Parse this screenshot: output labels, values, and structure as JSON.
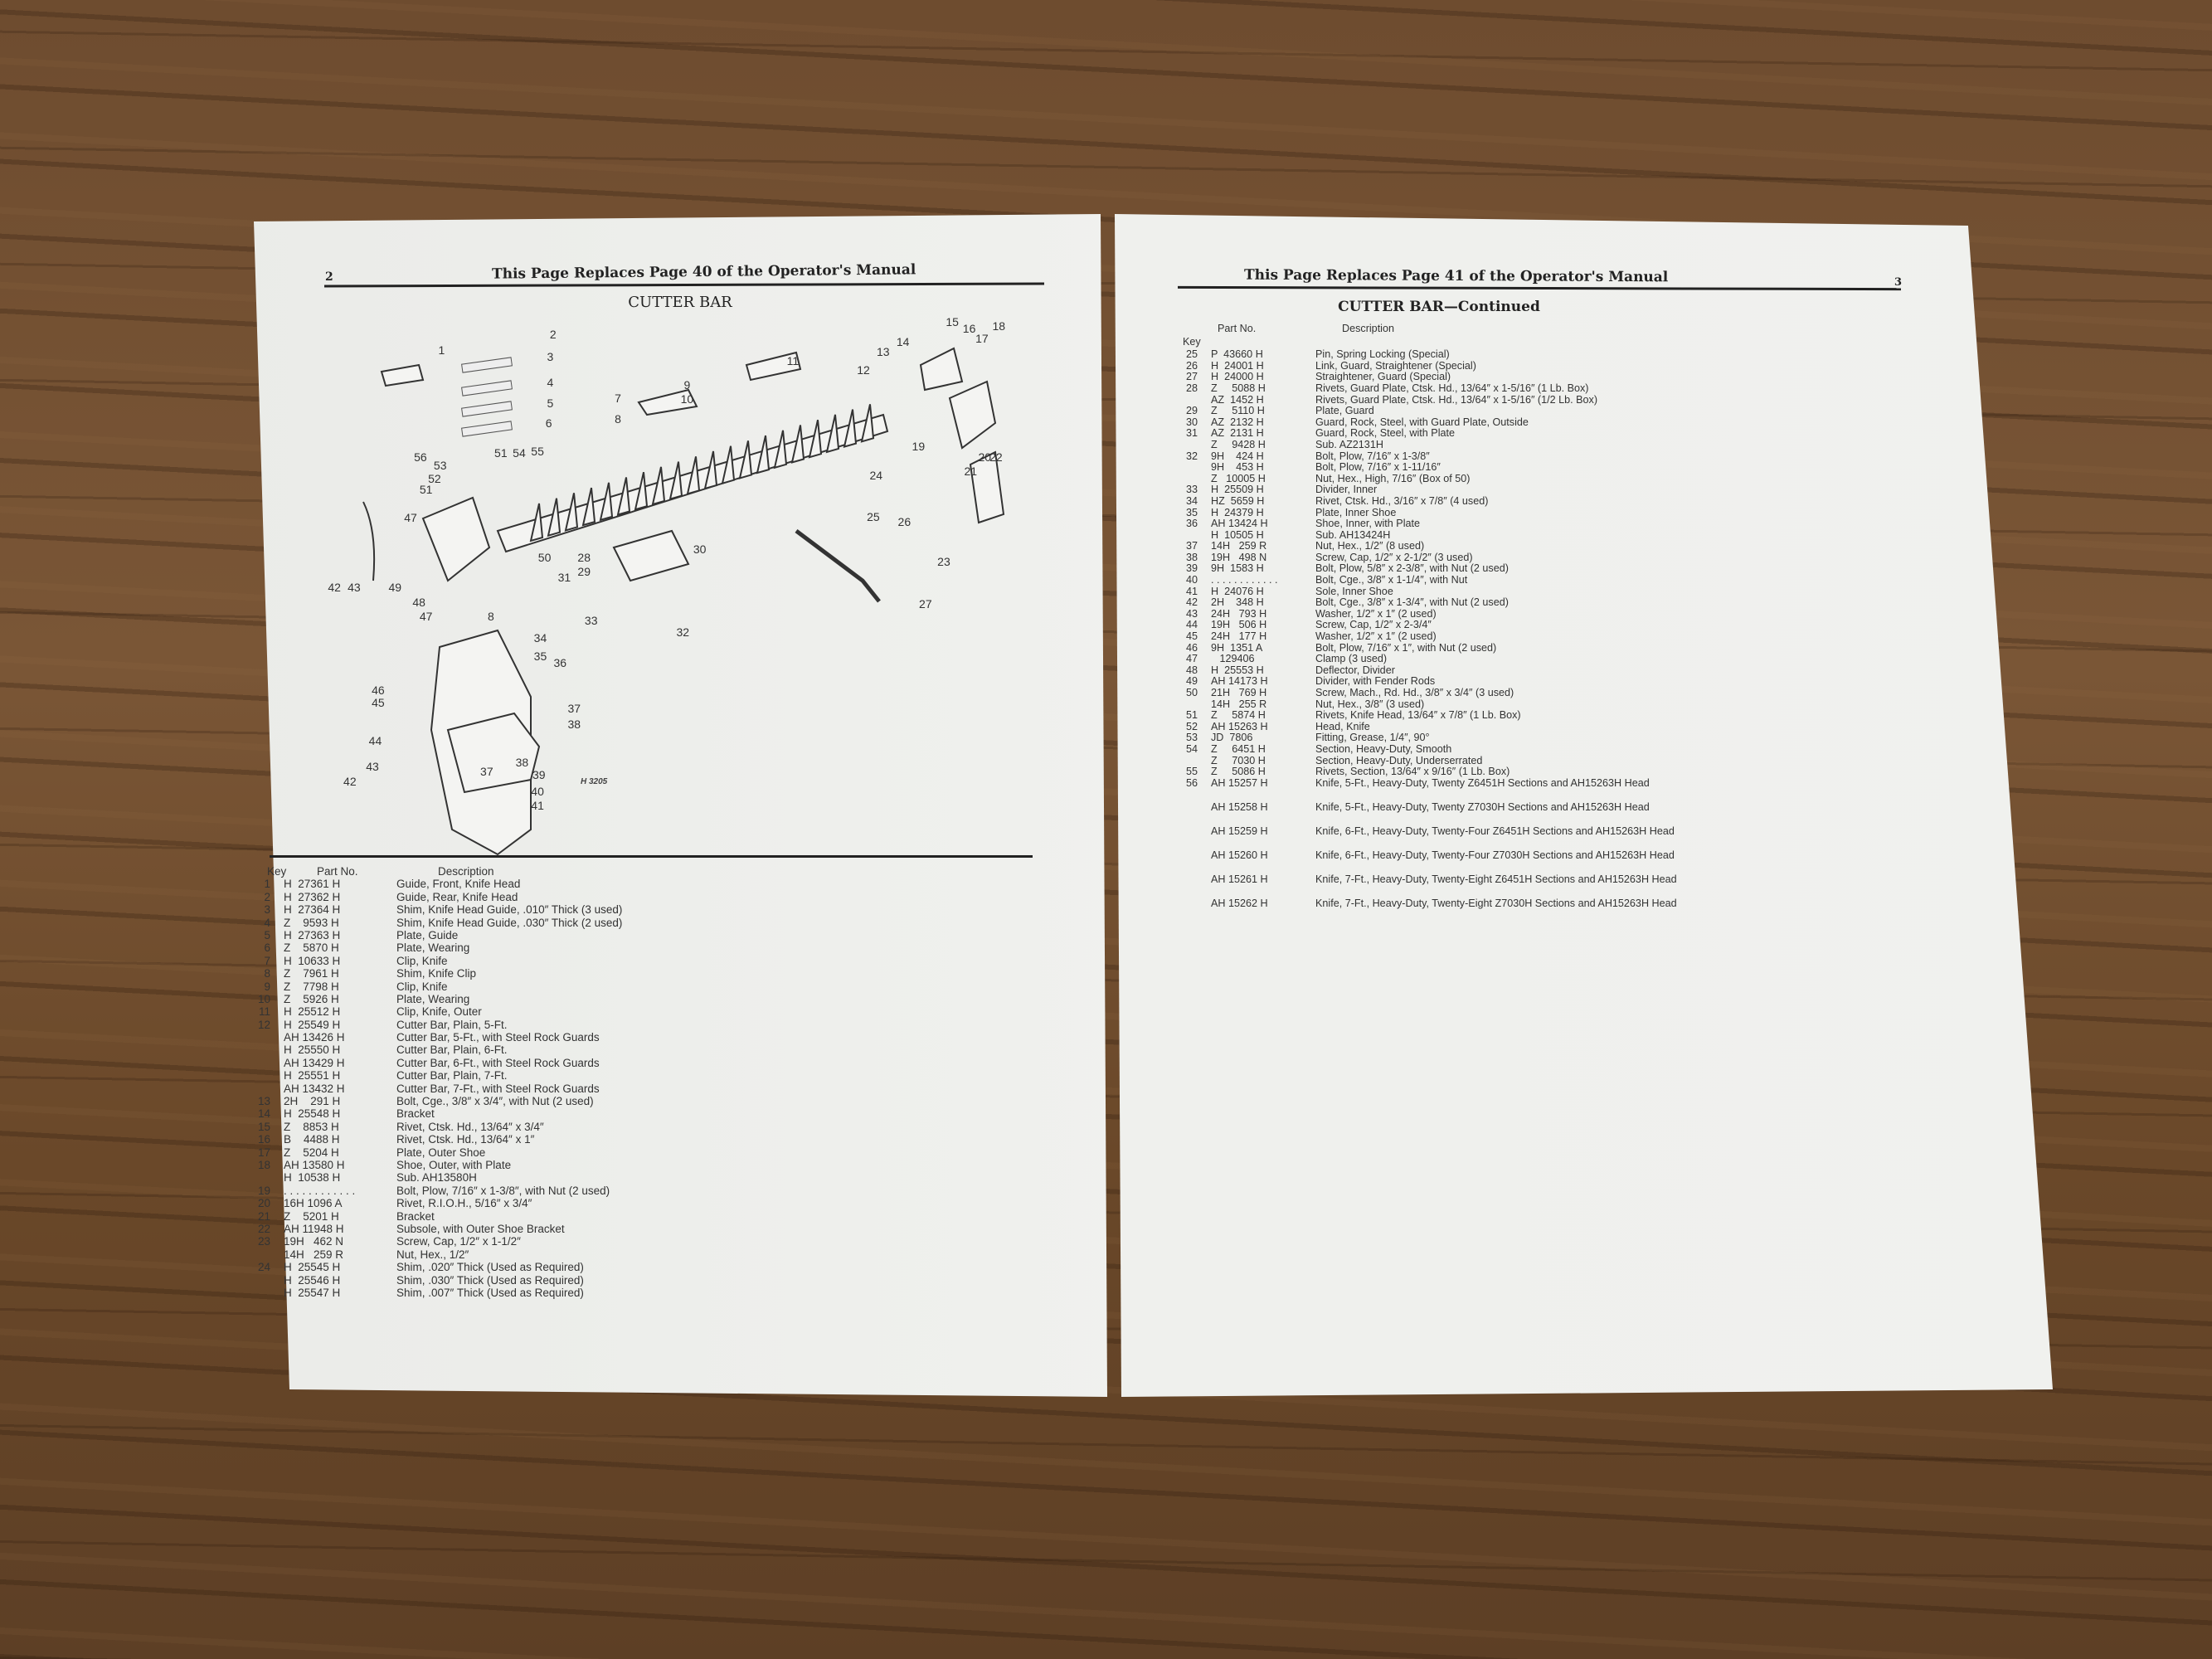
{
  "left_page": {
    "page_number": "2",
    "running_header": "This Page Replaces Page 40 of the Operator's Manual",
    "section_title": "CUTTER BAR",
    "figure_label": "H 3205",
    "columns": {
      "key": "Key",
      "part": "Part No.",
      "desc": "Description"
    },
    "rows": [
      {
        "key": "1",
        "part": "H  27361 H",
        "desc": "Guide, Front, Knife Head"
      },
      {
        "key": "2",
        "part": "H  27362 H",
        "desc": "Guide, Rear, Knife Head"
      },
      {
        "key": "3",
        "part": "H  27364 H",
        "desc": "Shim, Knife Head Guide, .010″ Thick (3 used)"
      },
      {
        "key": "4",
        "part": "Z    9593 H",
        "desc": "Shim, Knife Head Guide, .030″ Thick (2 used)"
      },
      {
        "key": "5",
        "part": "H  27363 H",
        "desc": "Plate, Guide"
      },
      {
        "key": "6",
        "part": "Z    5870 H",
        "desc": "Plate, Wearing"
      },
      {
        "key": "7",
        "part": "H  10633 H",
        "desc": "Clip, Knife"
      },
      {
        "key": "8",
        "part": "Z    7961 H",
        "desc": "Shim, Knife Clip"
      },
      {
        "key": "9",
        "part": "Z    7798 H",
        "desc": "Clip, Knife"
      },
      {
        "key": "10",
        "part": "Z    5926 H",
        "desc": "Plate, Wearing"
      },
      {
        "key": "11",
        "part": "H  25512 H",
        "desc": "Clip, Knife, Outer"
      },
      {
        "key": "12",
        "part": "H  25549 H",
        "desc": "Cutter Bar, Plain, 5-Ft."
      },
      {
        "key": "",
        "part": "AH 13426 H",
        "desc": "Cutter Bar, 5-Ft., with Steel Rock Guards"
      },
      {
        "key": "",
        "part": "H  25550 H",
        "desc": "Cutter Bar, Plain, 6-Ft."
      },
      {
        "key": "",
        "part": "AH 13429 H",
        "desc": "Cutter Bar, 6-Ft., with Steel Rock Guards"
      },
      {
        "key": "",
        "part": "H  25551 H",
        "desc": "Cutter Bar, Plain, 7-Ft."
      },
      {
        "key": "",
        "part": "AH 13432 H",
        "desc": "Cutter Bar, 7-Ft., with Steel Rock Guards"
      },
      {
        "key": "13",
        "part": "2H    291 H",
        "desc": "Bolt, Cge., 3/8″ x 3/4″, with Nut (2 used)"
      },
      {
        "key": "14",
        "part": "H  25548 H",
        "desc": "Bracket"
      },
      {
        "key": "15",
        "part": "Z    8853 H",
        "desc": "Rivet, Ctsk. Hd., 13/64″ x 3/4″"
      },
      {
        "key": "16",
        "part": "B    4488 H",
        "desc": "Rivet, Ctsk. Hd., 13/64″ x 1″"
      },
      {
        "key": "17",
        "part": "Z    5204 H",
        "desc": "Plate, Outer Shoe"
      },
      {
        "key": "18",
        "part": "AH 13580 H",
        "desc": "Shoe, Outer, with Plate"
      },
      {
        "key": "",
        "part": "H  10538 H",
        "desc": "Sub. AH13580H"
      },
      {
        "key": "19",
        "part": ". . . . . . . . . . . .",
        "desc": "Bolt, Plow, 7/16″ x 1-3/8″, with Nut (2 used)"
      },
      {
        "key": "20",
        "part": "16H 1096 A",
        "desc": "Rivet, R.I.O.H., 5/16″ x 3/4″"
      },
      {
        "key": "21",
        "part": "Z    5201 H",
        "desc": "Bracket"
      },
      {
        "key": "22",
        "part": "AH 11948 H",
        "desc": "Subsole, with Outer Shoe Bracket"
      },
      {
        "key": "23",
        "part": "19H   462 N",
        "desc": "Screw, Cap, 1/2″ x 1-1/2″"
      },
      {
        "key": "",
        "part": "14H   259 R",
        "desc": "Nut, Hex., 1/2″"
      },
      {
        "key": "24",
        "part": "H  25545 H",
        "desc": "Shim, .020″ Thick (Used as Required)"
      },
      {
        "key": "",
        "part": "H  25546 H",
        "desc": "Shim, .030″ Thick (Used as Required)"
      },
      {
        "key": "",
        "part": "H  25547 H",
        "desc": "Shim, .007″ Thick (Used as Required)"
      }
    ],
    "callouts": [
      "1",
      "2",
      "3",
      "4",
      "5",
      "6",
      "7",
      "8",
      "9",
      "10",
      "11",
      "12",
      "13",
      "14",
      "15",
      "16",
      "17",
      "18",
      "19",
      "20",
      "21",
      "22",
      "23",
      "24",
      "25",
      "26",
      "27",
      "28",
      "29",
      "30",
      "31",
      "32",
      "33",
      "34",
      "35",
      "36",
      "37",
      "37",
      "38",
      "38",
      "39",
      "40",
      "41",
      "42",
      "42",
      "43",
      "43",
      "44",
      "45",
      "46",
      "47",
      "47",
      "48",
      "49",
      "50",
      "51",
      "51",
      "52",
      "53",
      "54",
      "55",
      "56",
      "8"
    ]
  },
  "right_page": {
    "page_number": "3",
    "running_header": "This Page Replaces Page 41 of the Operator's Manual",
    "section_title": "CUTTER BAR—Continued",
    "columns": {
      "key": "Key",
      "part": "Part No.",
      "desc": "Description"
    },
    "rows": [
      {
        "key": "25",
        "part": "P  43660 H",
        "desc": "Pin, Spring Locking (Special)"
      },
      {
        "key": "26",
        "part": "H  24001 H",
        "desc": "Link, Guard, Straightener (Special)"
      },
      {
        "key": "27",
        "part": "H  24000 H",
        "desc": "Straightener, Guard (Special)"
      },
      {
        "key": "28",
        "part": "Z     5088 H",
        "desc": "Rivets, Guard Plate, Ctsk. Hd., 13/64″ x 1-5/16″ (1 Lb. Box)"
      },
      {
        "key": "",
        "part": "AZ  1452 H",
        "desc": "Rivets, Guard Plate, Ctsk. Hd., 13/64″ x 1-5/16″ (1/2 Lb. Box)"
      },
      {
        "key": "29",
        "part": "Z     5110 H",
        "desc": "Plate, Guard"
      },
      {
        "key": "30",
        "part": "AZ  2132 H",
        "desc": "Guard, Rock, Steel, with Guard Plate, Outside"
      },
      {
        "key": "31",
        "part": "AZ  2131 H",
        "desc": "Guard, Rock, Steel, with Plate"
      },
      {
        "key": "",
        "part": "Z     9428 H",
        "desc": "Sub. AZ2131H"
      },
      {
        "key": "32",
        "part": "9H    424 H",
        "desc": "Bolt, Plow, 7/16″ x 1-3/8″"
      },
      {
        "key": "",
        "part": "9H    453 H",
        "desc": "Bolt, Plow, 7/16″ x 1-11/16″"
      },
      {
        "key": "",
        "part": "Z   10005 H",
        "desc": "Nut, Hex., High, 7/16″ (Box of 50)"
      },
      {
        "key": "33",
        "part": "H  25509 H",
        "desc": "Divider, Inner"
      },
      {
        "key": "34",
        "part": "HZ  5659 H",
        "desc": "Rivet, Ctsk. Hd., 3/16″ x 7/8″ (4 used)"
      },
      {
        "key": "35",
        "part": "H  24379 H",
        "desc": "Plate, Inner Shoe"
      },
      {
        "key": "36",
        "part": "AH 13424 H",
        "desc": "Shoe, Inner, with Plate"
      },
      {
        "key": "",
        "part": "H  10505 H",
        "desc": "Sub. AH13424H"
      },
      {
        "key": "37",
        "part": "14H   259 R",
        "desc": "Nut, Hex., 1/2″ (8 used)"
      },
      {
        "key": "38",
        "part": "19H   498 N",
        "desc": "Screw, Cap, 1/2″ x 2-1/2″ (3 used)"
      },
      {
        "key": "39",
        "part": "9H  1583 H",
        "desc": "Bolt, Plow, 5/8″ x 2-3/8″, with Nut (2 used)"
      },
      {
        "key": "40",
        "part": ". . . . . . . . . . . .",
        "desc": "Bolt, Cge., 3/8″ x 1-1/4″, with Nut"
      },
      {
        "key": "41",
        "part": "H  24076 H",
        "desc": "Sole, Inner Shoe"
      },
      {
        "key": "42",
        "part": "2H    348 H",
        "desc": "Bolt, Cge., 3/8″ x 1-3/4″, with Nut (2 used)"
      },
      {
        "key": "43",
        "part": "24H   793 H",
        "desc": "Washer, 1/2″ x 1″ (2 used)"
      },
      {
        "key": "44",
        "part": "19H   506 H",
        "desc": "Screw, Cap, 1/2″ x 2-3/4″"
      },
      {
        "key": "45",
        "part": "24H   177 H",
        "desc": "Washer, 1/2″ x 1″ (2 used)"
      },
      {
        "key": "46",
        "part": "9H  1351 A",
        "desc": "Bolt, Plow, 7/16″ x 1″, with Nut (2 used)"
      },
      {
        "key": "47",
        "part": "   129406",
        "desc": "Clamp (3 used)"
      },
      {
        "key": "48",
        "part": "H  25553 H",
        "desc": "Deflector, Divider"
      },
      {
        "key": "49",
        "part": "AH 14173 H",
        "desc": "Divider, with Fender Rods"
      },
      {
        "key": "50",
        "part": "21H   769 H",
        "desc": "Screw, Mach., Rd. Hd., 3/8″ x 3/4″ (3 used)"
      },
      {
        "key": "",
        "part": "14H   255 R",
        "desc": "Nut, Hex., 3/8″ (3 used)"
      },
      {
        "key": "51",
        "part": "Z     5874 H",
        "desc": "Rivets, Knife Head, 13/64″ x 7/8″ (1 Lb. Box)"
      },
      {
        "key": "52",
        "part": "AH 15263 H",
        "desc": "Head, Knife"
      },
      {
        "key": "53",
        "part": "JD  7806",
        "desc": "Fitting, Grease, 1/4″, 90°"
      },
      {
        "key": "54",
        "part": "Z     6451 H",
        "desc": "Section, Heavy-Duty, Smooth"
      },
      {
        "key": "",
        "part": "Z     7030 H",
        "desc": "Section, Heavy-Duty, Underserrated"
      },
      {
        "key": "55",
        "part": "Z     5086 H",
        "desc": "Rivets, Section, 13/64″ x 9/16″ (1 Lb. Box)"
      },
      {
        "key": "56",
        "part": "AH 15257 H",
        "desc": "Knife, 5-Ft., Heavy-Duty, Twenty Z6451H Sections and AH15263H Head"
      },
      {
        "key": "",
        "part": "AH 15258 H",
        "desc": "Knife, 5-Ft., Heavy-Duty, Twenty Z7030H Sections and AH15263H Head"
      },
      {
        "key": "",
        "part": "AH 15259 H",
        "desc": "Knife, 6-Ft., Heavy-Duty, Twenty-Four Z6451H Sections and AH15263H Head"
      },
      {
        "key": "",
        "part": "AH 15260 H",
        "desc": "Knife, 6-Ft., Heavy-Duty, Twenty-Four Z7030H Sections and AH15263H Head"
      },
      {
        "key": "",
        "part": "AH 15261 H",
        "desc": "Knife, 7-Ft., Heavy-Duty, Twenty-Eight Z6451H Sections and AH15263H Head"
      },
      {
        "key": "",
        "part": "AH 15262 H",
        "desc": "Knife, 7-Ft., Heavy-Duty, Twenty-Eight Z7030H Sections and AH15263H Head"
      }
    ]
  }
}
